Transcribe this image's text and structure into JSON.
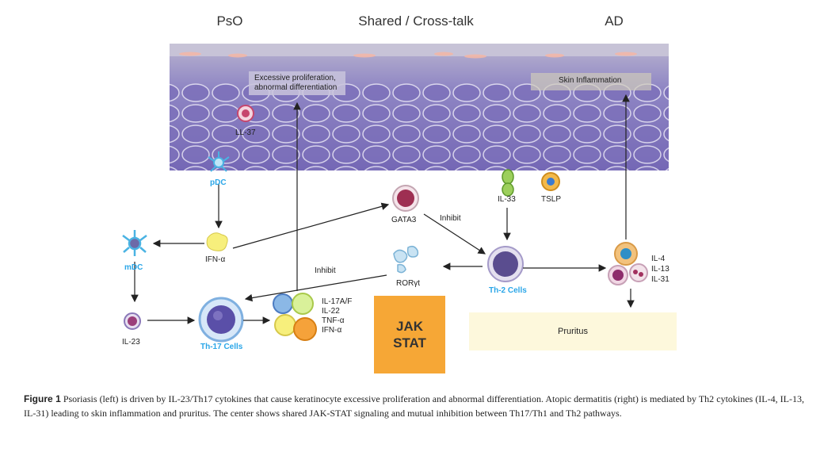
{
  "columns": {
    "left": "PsO",
    "center": "Shared / Cross-talk",
    "right": "AD"
  },
  "tissue": {
    "pso_note_line1": "Excessive proliferation,",
    "pso_note_line2": "abnormal differentiation",
    "ad_note": "Skin Inflammation"
  },
  "labels": {
    "ll37": "LL-37",
    "pdc": "pDC",
    "ifn_alpha": "IFN-α",
    "mdc": "mDC",
    "il23": "IL-23",
    "th17": "Th-17 Cells",
    "il17af": "IL-17A/F",
    "il22": "IL-22",
    "tnf": "TNF-α",
    "ifn_alpha_2": "IFN-α",
    "gata3": "GATA3",
    "inhibit_1": "Inhibit",
    "inhibit_2": "Inhibit",
    "roryt": "RORγt",
    "il33": "IL-33",
    "tslp": "TSLP",
    "th2": "Th-2 Cells",
    "il4": "IL-4",
    "il13": "IL-13",
    "il31": "IL-31"
  },
  "jak": {
    "line1": "JAK",
    "line2": "STAT"
  },
  "pruritus": "Pruritus",
  "caption": {
    "label": "Figure 1",
    "text": "Psoriasis (left) is driven by IL-23/Th17 cytokines that cause keratinocyte excessive proliferation and abnormal differentiation. Atopic dermatitis (right) is mediated by Th2 cytokines (IL-4, IL-13, IL-31) leading to skin inflammation and pruritus. The center shows shared JAK-STAT signaling and mutual inhibition between Th17/Th1 and Th2 pathways."
  },
  "colors": {
    "jak_box": "#f6a736",
    "pruritus_box": "#fdf8dc",
    "tissue": "#8a7fc0",
    "cell_label_blue": "#2aa6e8"
  }
}
